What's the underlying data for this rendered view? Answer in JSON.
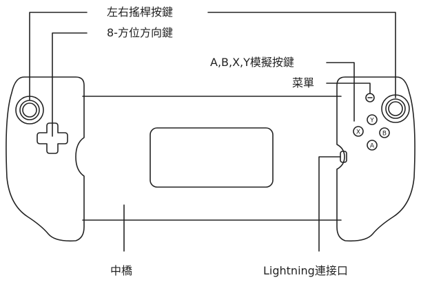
{
  "labels": {
    "joystick_buttons": "左右搖桿按鍵",
    "dpad": "8-方位方向鍵",
    "face_buttons": "A,B,X,Y模擬按鍵",
    "menu": "菜單",
    "bridge": "中橋",
    "lightning": "Lightning連接口"
  },
  "face_button_letters": {
    "y": "Y",
    "x": "X",
    "b": "B",
    "a": "A"
  },
  "colors": {
    "line": "#222222",
    "background": "#ffffff"
  }
}
